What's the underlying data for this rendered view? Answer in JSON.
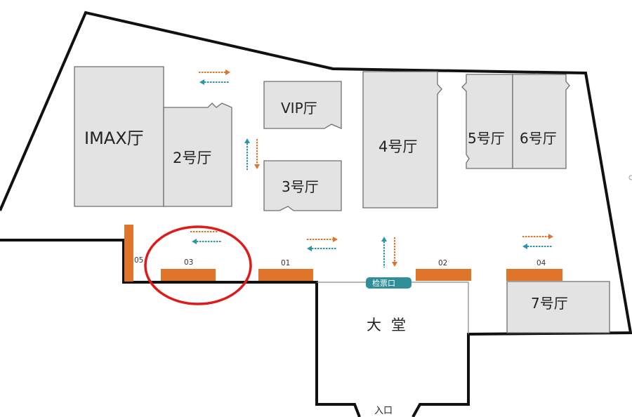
{
  "colors": {
    "hall_fill": "#e3e3e3",
    "wall": "#111111",
    "gate": "#e07428",
    "arrow_orange": "#e07428",
    "arrow_teal": "#2a96a8",
    "ticket_badge": "#2f8f99",
    "highlight_circle": "#e01a1a"
  },
  "halls": {
    "imax": "IMAX厅",
    "hall2": "2号厅",
    "vip": "VIP厅",
    "hall3": "3号厅",
    "hall4": "4号厅",
    "hall5": "5号厅",
    "hall6": "6号厅",
    "hall7": "7号厅"
  },
  "entries": {
    "e05": "05",
    "e03": "03",
    "e01": "01",
    "e02": "02",
    "e04": "04"
  },
  "ticket_check": "检票口",
  "lobby": "大堂",
  "entrance": "入口",
  "icons": {
    "flow_arrow": "dashed-double-arrow-icon",
    "highlight": "red-circle-highlight"
  }
}
